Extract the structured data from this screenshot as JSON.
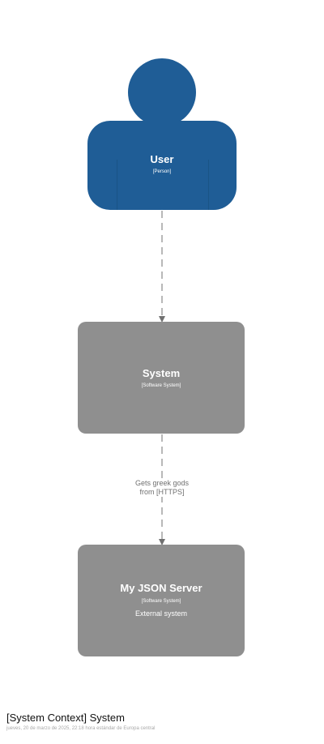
{
  "colors": {
    "person": "#1f5d96",
    "software_system": "#8f8f8f",
    "relationship": "#707070"
  },
  "elements": {
    "user": {
      "name": "User",
      "type": "[Person]"
    },
    "system": {
      "name": "System",
      "type": "[Software System]"
    },
    "json_server": {
      "name": "My JSON Server",
      "type": "[Software System]",
      "description": "External system"
    }
  },
  "relationships": [
    {
      "from": "User",
      "to": "System",
      "label": ""
    },
    {
      "from": "System",
      "to": "My JSON Server",
      "label_line1": "Gets greek gods",
      "label_line2": "from [HTTPS]"
    }
  ],
  "footer": {
    "title": "[System Context] System",
    "date": "jueves, 20 de marzo de 2025, 22:18 hora estándar de Europa central"
  }
}
